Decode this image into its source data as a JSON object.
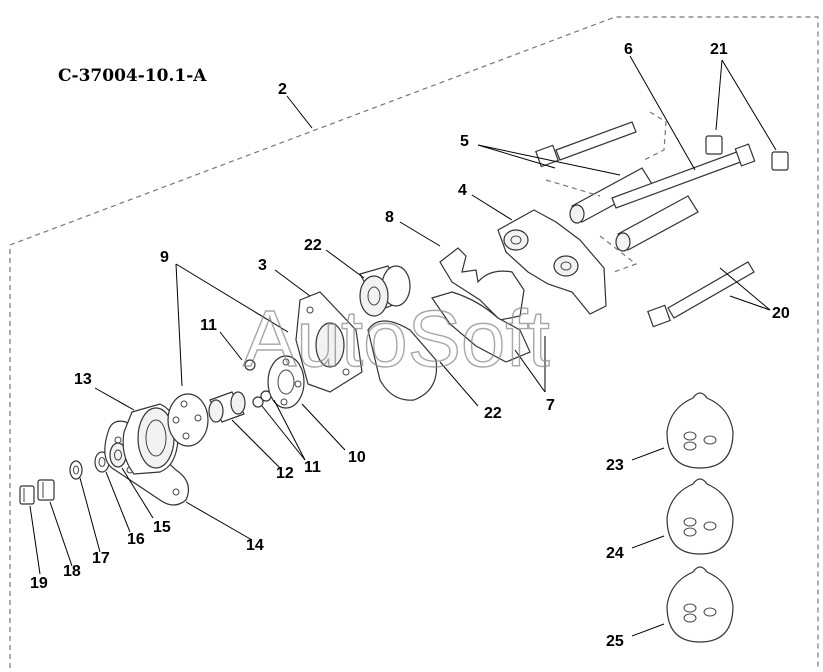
{
  "figure": {
    "id": "C-37004-10.1-A"
  },
  "watermark": "AutoSoft",
  "callouts": [
    "2",
    "3",
    "4",
    "5",
    "6",
    "7",
    "8",
    "9",
    "10",
    "11",
    "11",
    "12",
    "13",
    "14",
    "15",
    "16",
    "17",
    "18",
    "19",
    "20",
    "21",
    "22",
    "22",
    "23",
    "24",
    "25"
  ]
}
